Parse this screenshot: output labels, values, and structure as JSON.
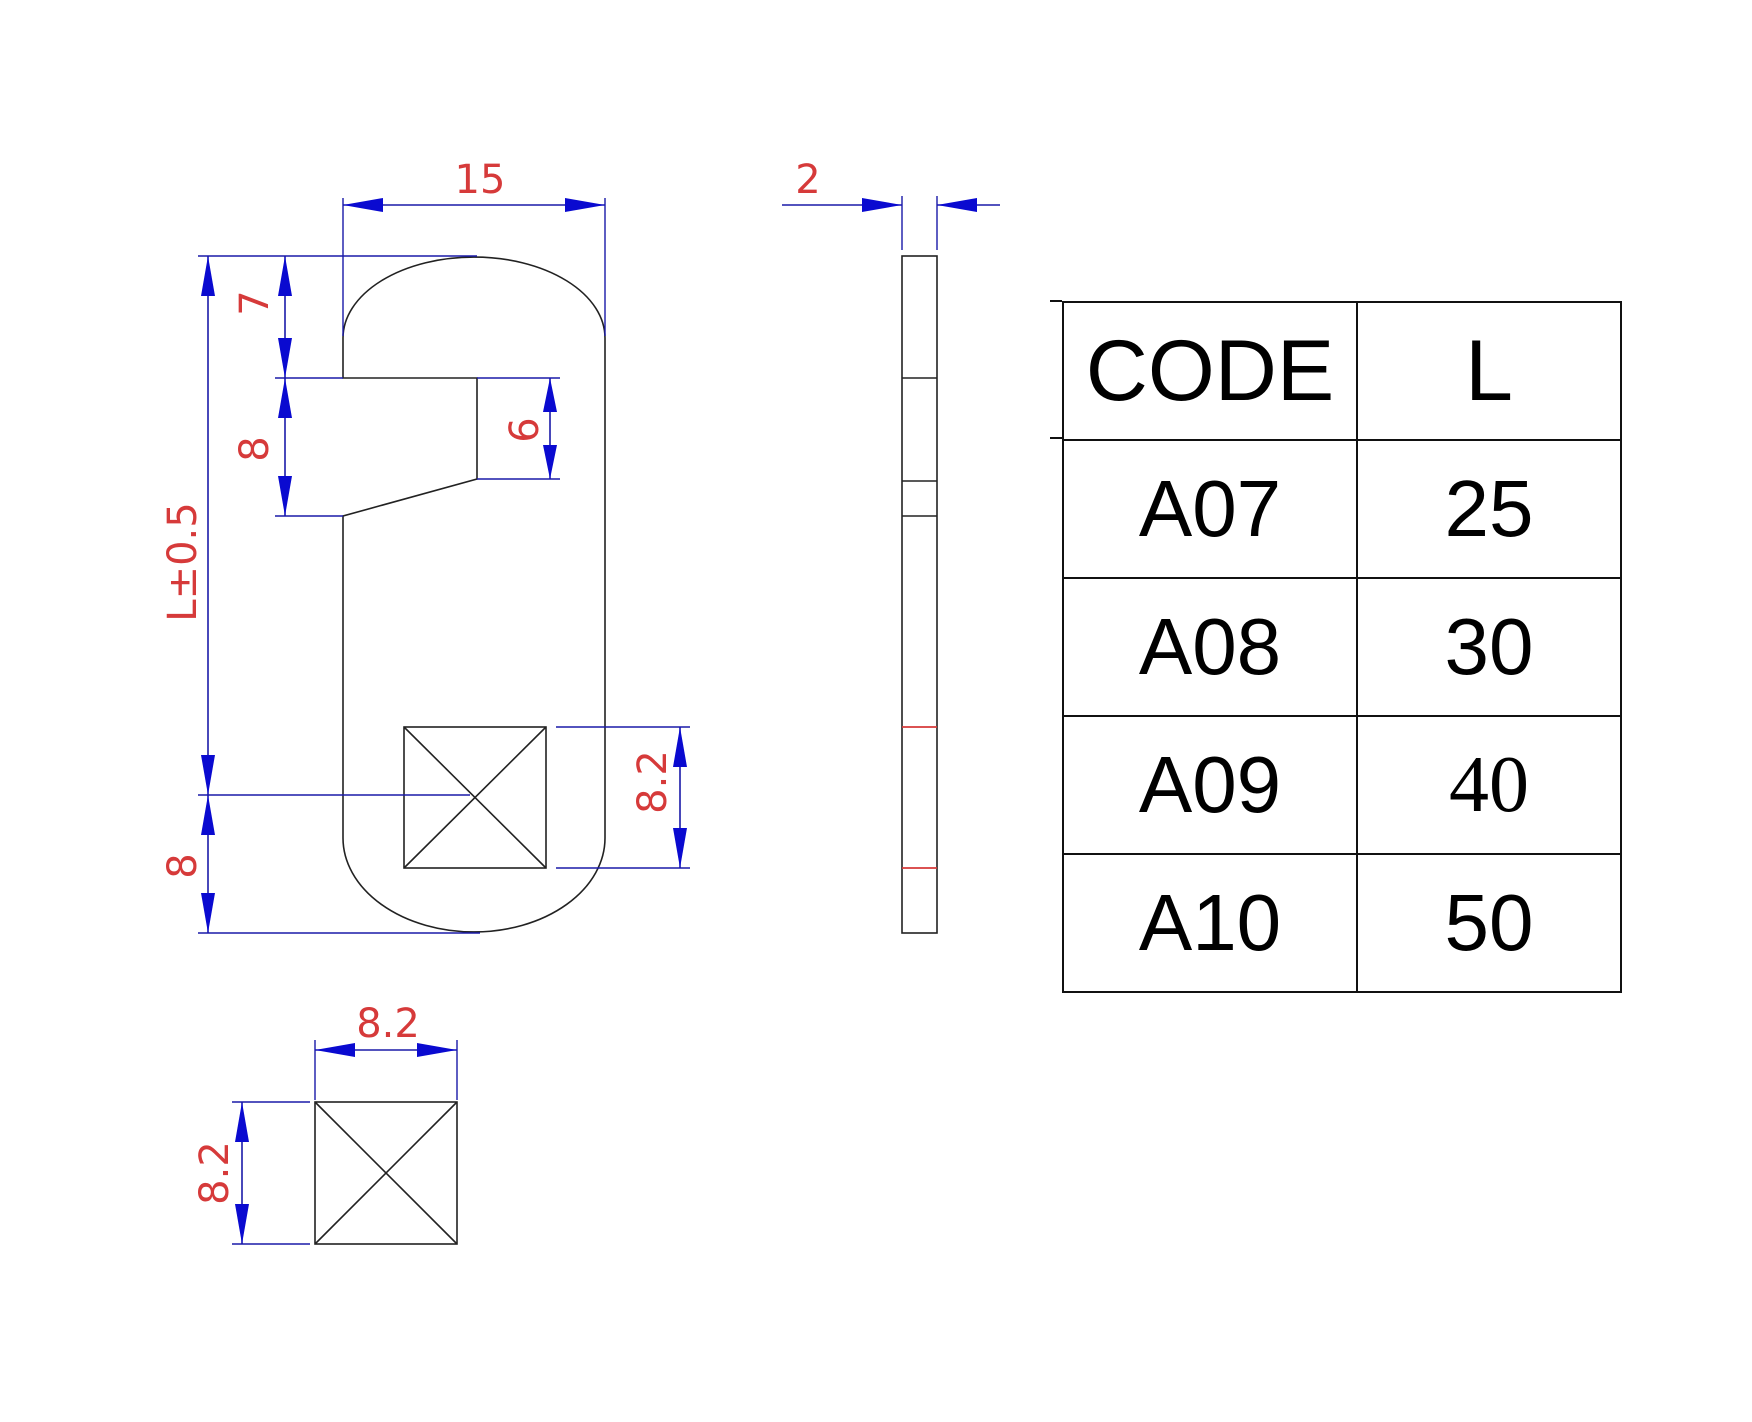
{
  "dimensions": {
    "width_top": "15",
    "thickness": "2",
    "top_height": "7",
    "slot_height": "8",
    "slot_depth": "6",
    "length": "L±0.5",
    "square_offset": "8",
    "square_height": "8.2",
    "detail_width": "8.2",
    "detail_height": "8.2"
  },
  "table": {
    "headers": {
      "code": "CODE",
      "l": "L"
    },
    "rows": [
      {
        "code": "A07",
        "l": "25"
      },
      {
        "code": "A08",
        "l": "30"
      },
      {
        "code": "A09",
        "l": "40"
      },
      {
        "code": "A10",
        "l": "50"
      }
    ]
  },
  "colors": {
    "dimension_line": "#1a1aa8",
    "arrow": "#0a0ad0",
    "dimension_text": "#d63a3a",
    "outline": "#222222"
  }
}
